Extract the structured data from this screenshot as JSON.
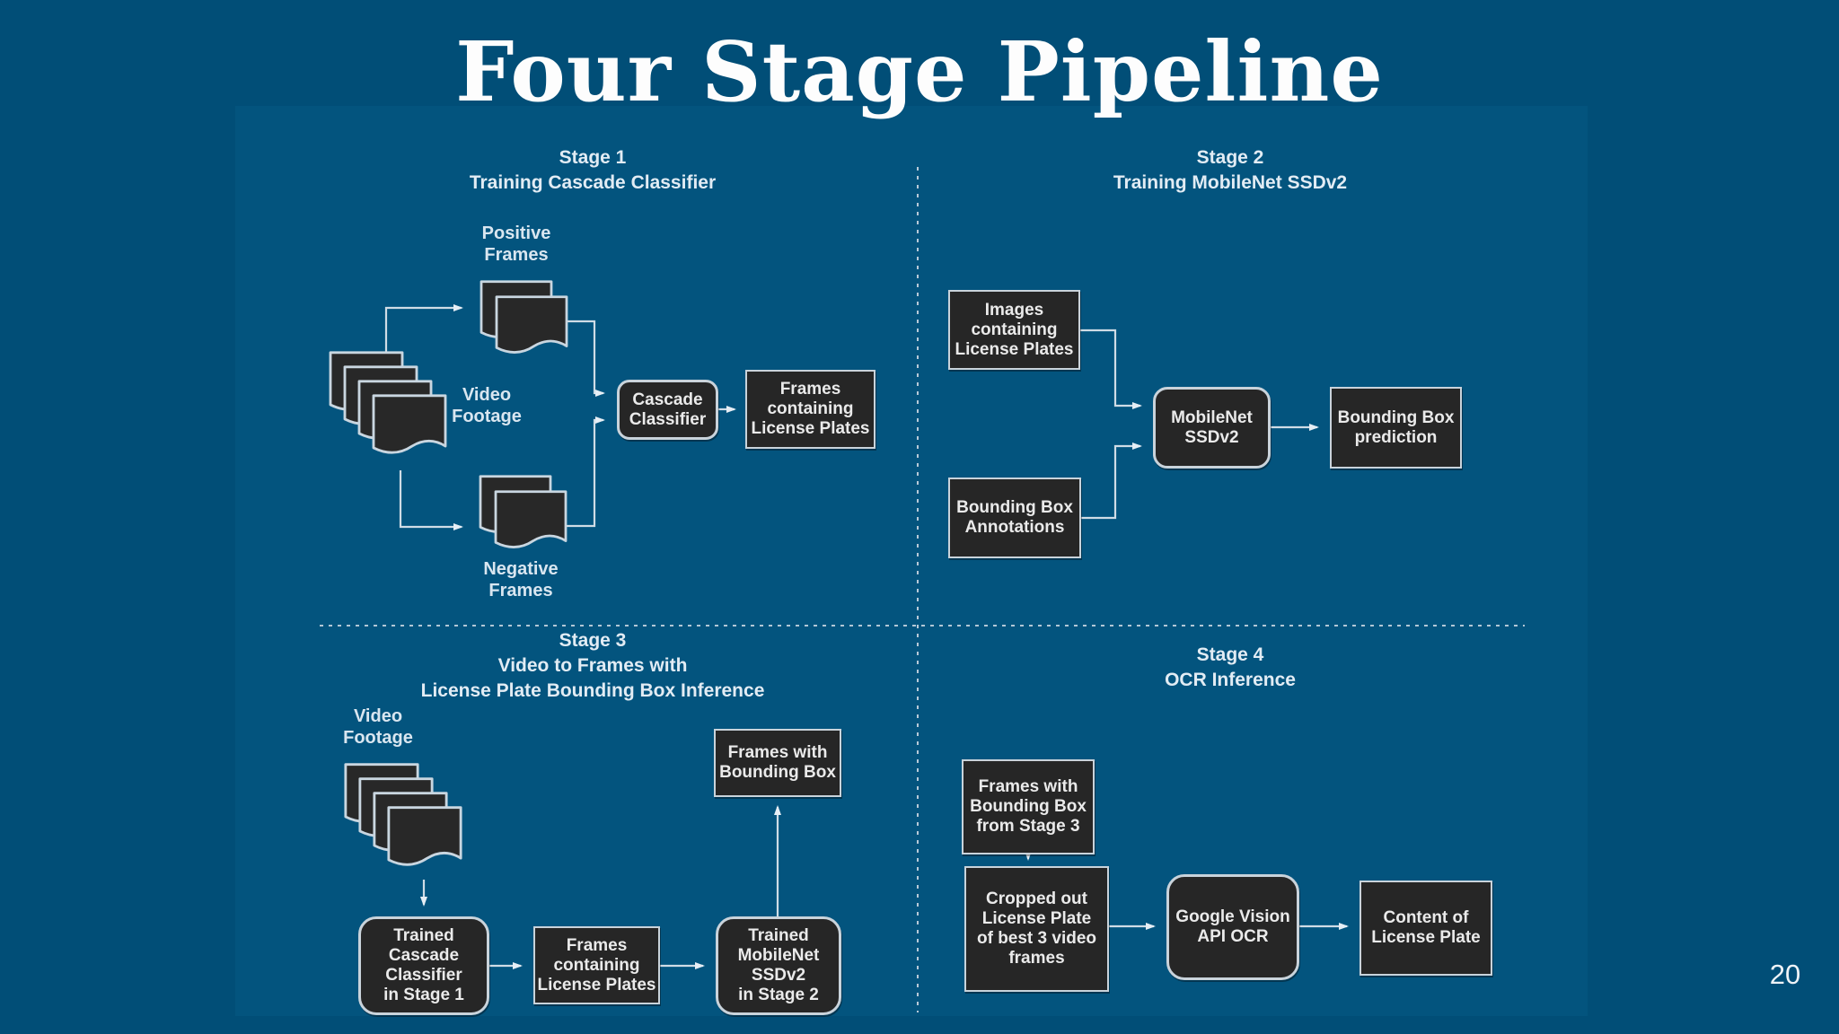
{
  "slide": {
    "title": "Four Stage Pipeline",
    "page_number": "20",
    "colors": {
      "background": "#014e77",
      "diagram_background": "#03547e",
      "node_fill": "#262626",
      "node_border": "#c9d3db",
      "connector": "#cfdce6",
      "text": "#eaeaea",
      "header_text": "#e2ecf4"
    }
  },
  "stage1": {
    "header": "Stage 1\nTraining Cascade Classifier",
    "video_footage_label": "Video\nFootage",
    "positive_frames_label": "Positive\nFrames",
    "negative_frames_label": "Negative\nFrames",
    "cascade_classifier": "Cascade\nClassifier",
    "frames_containing_lp": "Frames\ncontaining\nLicense Plates"
  },
  "stage2": {
    "header": "Stage 2\nTraining MobileNet SSDv2",
    "images_containing_lp": "Images\ncontaining\nLicense Plates",
    "bounding_box_annotations": "Bounding Box\nAnnotations",
    "mobilenet_ssdv2": "MobileNet\nSSDv2",
    "bounding_box_prediction": "Bounding Box\nprediction"
  },
  "stage3": {
    "header": "Stage 3\nVideo to Frames with\nLicense Plate Bounding Box Inference",
    "video_footage_label": "Video\nFootage",
    "trained_cascade": "Trained\nCascade\nClassifier\nin Stage 1",
    "frames_containing_lp": "Frames\ncontaining\nLicense Plates",
    "trained_mobilenet": "Trained\nMobileNet\nSSDv2\nin Stage 2",
    "frames_with_bbox": "Frames with\nBounding Box"
  },
  "stage4": {
    "header": "Stage 4\nOCR Inference",
    "frames_from_stage3": "Frames with\nBounding Box\nfrom Stage 3",
    "cropped_lp": "Cropped out\nLicense Plate\nof best 3 video\nframes",
    "google_vision_ocr": "Google Vision\nAPI OCR",
    "content_of_lp": "Content of\nLicense Plate"
  }
}
